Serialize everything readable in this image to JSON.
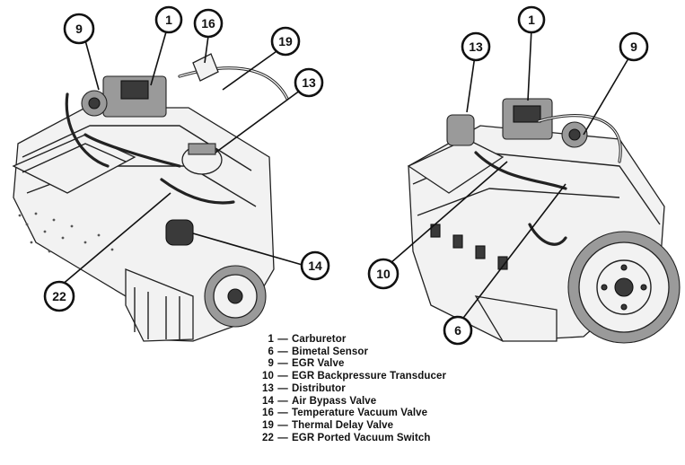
{
  "callouts": {
    "left": [
      "9",
      "1",
      "16",
      "19",
      "13",
      "14",
      "22"
    ],
    "right": [
      "13",
      "1",
      "9",
      "10",
      "6"
    ]
  },
  "legend": [
    {
      "num": "1",
      "dash": "—",
      "label": "Carburetor"
    },
    {
      "num": "6",
      "dash": "—",
      "label": "Bimetal Sensor"
    },
    {
      "num": "9",
      "dash": "—",
      "label": "EGR Valve"
    },
    {
      "num": "10",
      "dash": "—",
      "label": "EGR Backpressure Transducer"
    },
    {
      "num": "13",
      "dash": "—",
      "label": "Distributor"
    },
    {
      "num": "14",
      "dash": "—",
      "label": "Air Bypass Valve"
    },
    {
      "num": "16",
      "dash": "—",
      "label": "Temperature Vacuum Valve"
    },
    {
      "num": "19",
      "dash": "—",
      "label": "Thermal Delay Valve"
    },
    {
      "num": "22",
      "dash": "—",
      "label": "EGR Ported Vacuum Switch"
    }
  ]
}
